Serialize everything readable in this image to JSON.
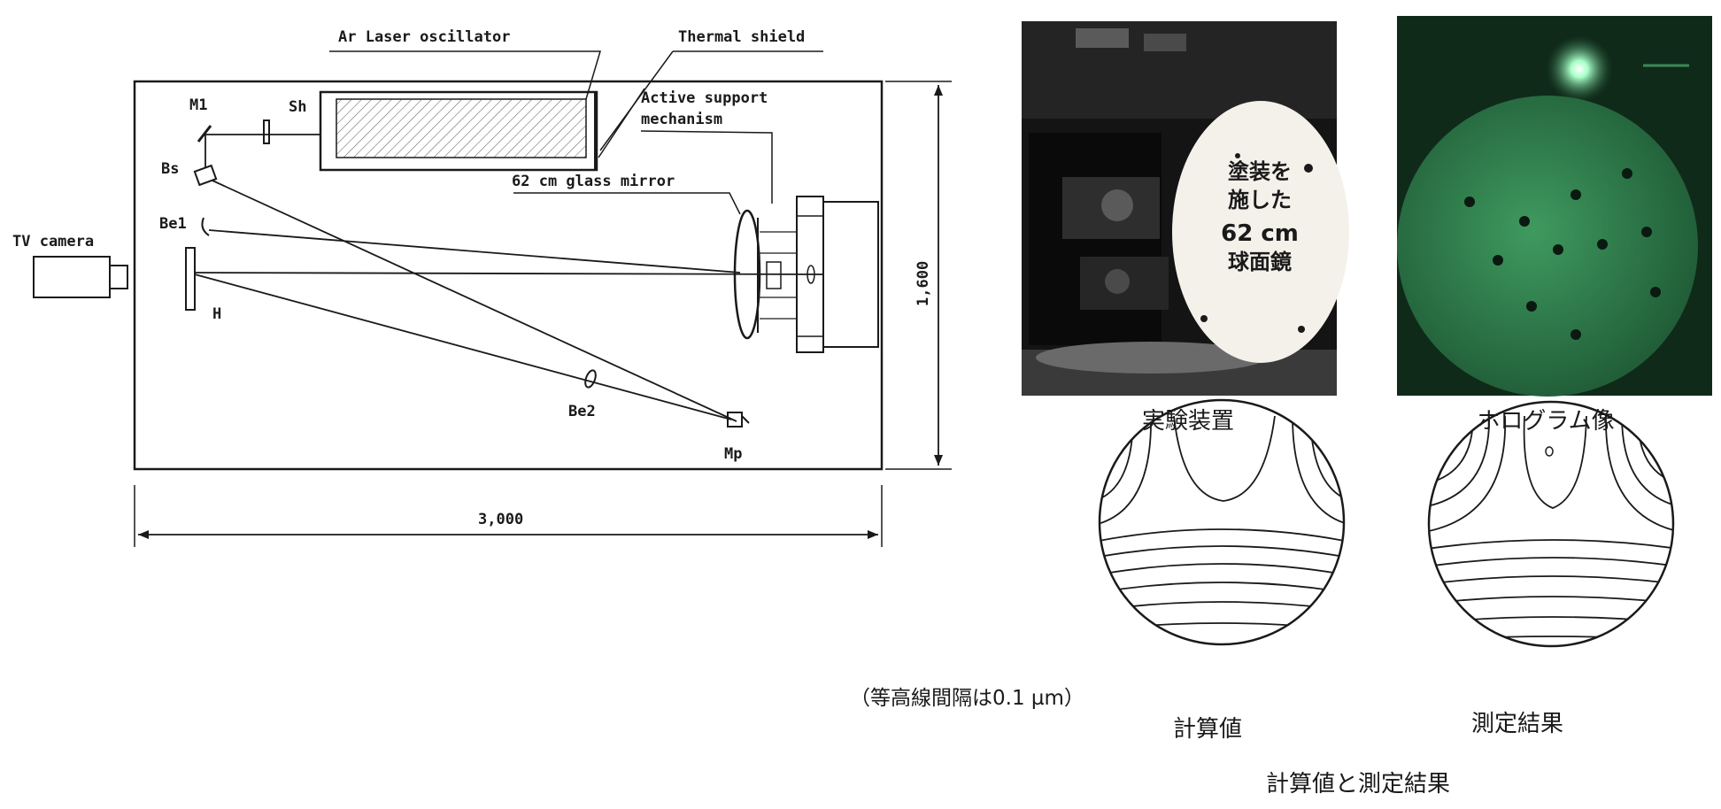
{
  "setup_diagram": {
    "labels": {
      "ar_laser": "Ar Laser oscillator",
      "thermal_shield": "Thermal shield",
      "active_support_1": "Active support",
      "active_support_2": "mechanism",
      "glass_mirror": "62 cm glass mirror",
      "tv_camera": "TV camera",
      "m1": "M1",
      "sh": "Sh",
      "bs": "Bs",
      "be1": "Be1",
      "h": "H",
      "be2": "Be2",
      "mp": "Mp"
    },
    "dimensions": {
      "height": "1,600",
      "width": "3,000"
    }
  },
  "photos": {
    "apparatus": {
      "overlay_lines": [
        "塗装を",
        "施した",
        "62 cm",
        "球面鏡"
      ],
      "caption": "実験装置"
    },
    "hologram": {
      "caption": "ホログラム像"
    }
  },
  "contours": {
    "note": "（等高線間隔は0.1 µm）",
    "calculated_caption": "計算値",
    "measured_caption": "測定結果",
    "main_caption": "計算値と測定結果"
  },
  "colors": {
    "hologram_green": "#1f5a36",
    "photo_dark": "#141414",
    "ink": "#1a1a1a"
  }
}
